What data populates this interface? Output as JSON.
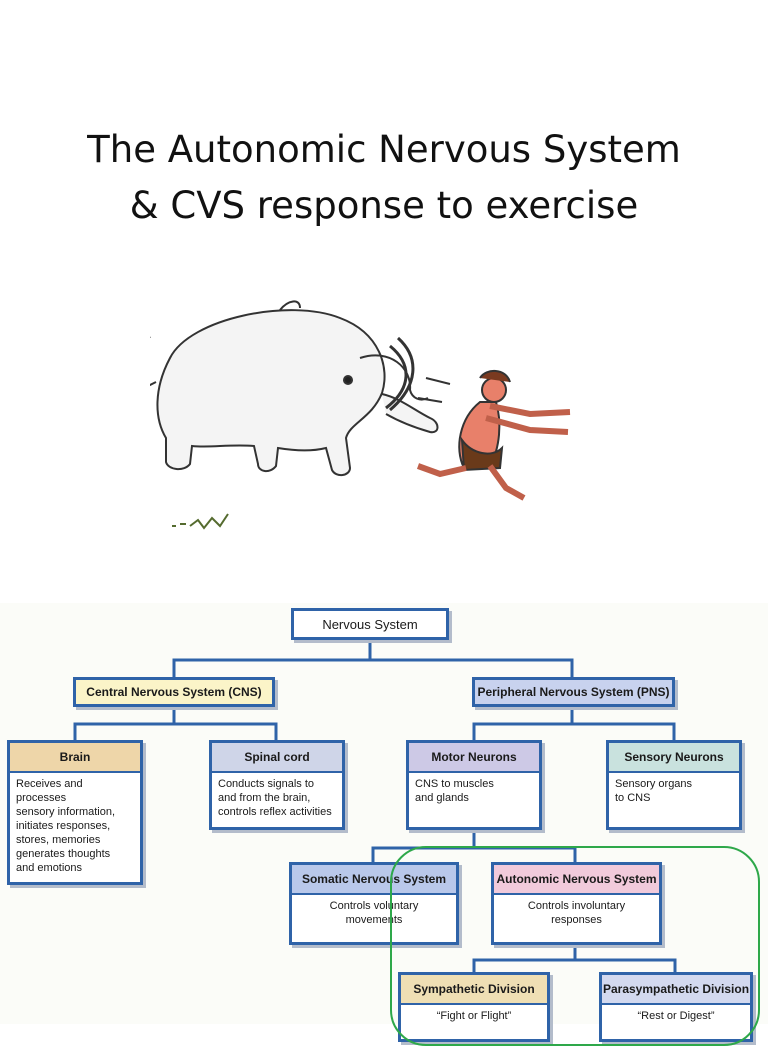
{
  "slide": {
    "title_line1": "The Autonomic Nervous System",
    "title_line2": "& CVS response to exercise"
  },
  "colors": {
    "box_border": "#2f63a8",
    "head_cns": "#fbf4c8",
    "head_pns": "#c8d2ee",
    "head_brain": "#eed6a9",
    "head_spinal": "#cfd5e8",
    "head_motor": "#cdc9e6",
    "head_sensory": "#c9e2de",
    "head_somatic": "#b9c8ea",
    "head_autonomic": "#f1cadb",
    "head_sympathetic": "#efdfb4",
    "head_parasympathetic": "#d3d9ef",
    "highlight": "#2ea84a"
  },
  "diagram": {
    "root": "Nervous System",
    "cns": "Central Nervous System (CNS)",
    "pns": "Peripheral Nervous System (PNS)",
    "brain": {
      "title": "Brain",
      "body": [
        "Receives and processes",
        "sensory information,",
        "initiates responses,",
        "stores, memories",
        "generates thoughts",
        "and emotions"
      ]
    },
    "spinal": {
      "title": "Spinal cord",
      "body": [
        "Conducts signals to",
        "and from the brain,",
        "controls reflex activities"
      ]
    },
    "motor": {
      "title": "Motor Neurons",
      "body": [
        "CNS to muscles",
        "and glands"
      ]
    },
    "sensory": {
      "title": "Sensory Neurons",
      "body": [
        "Sensory organs",
        "to CNS"
      ]
    },
    "somatic": {
      "title": "Somatic Nervous System",
      "body": [
        "Controls voluntary",
        "movements"
      ]
    },
    "autonomic": {
      "title": "Autonomic Nervous System",
      "body": [
        "Controls involuntary",
        "responses"
      ]
    },
    "sympathetic": {
      "title": "Sympathetic Division",
      "body": "“Fight or Flight”"
    },
    "parasympathetic": {
      "title": "Parasympathetic Division",
      "body": "“Rest or Digest”"
    }
  }
}
